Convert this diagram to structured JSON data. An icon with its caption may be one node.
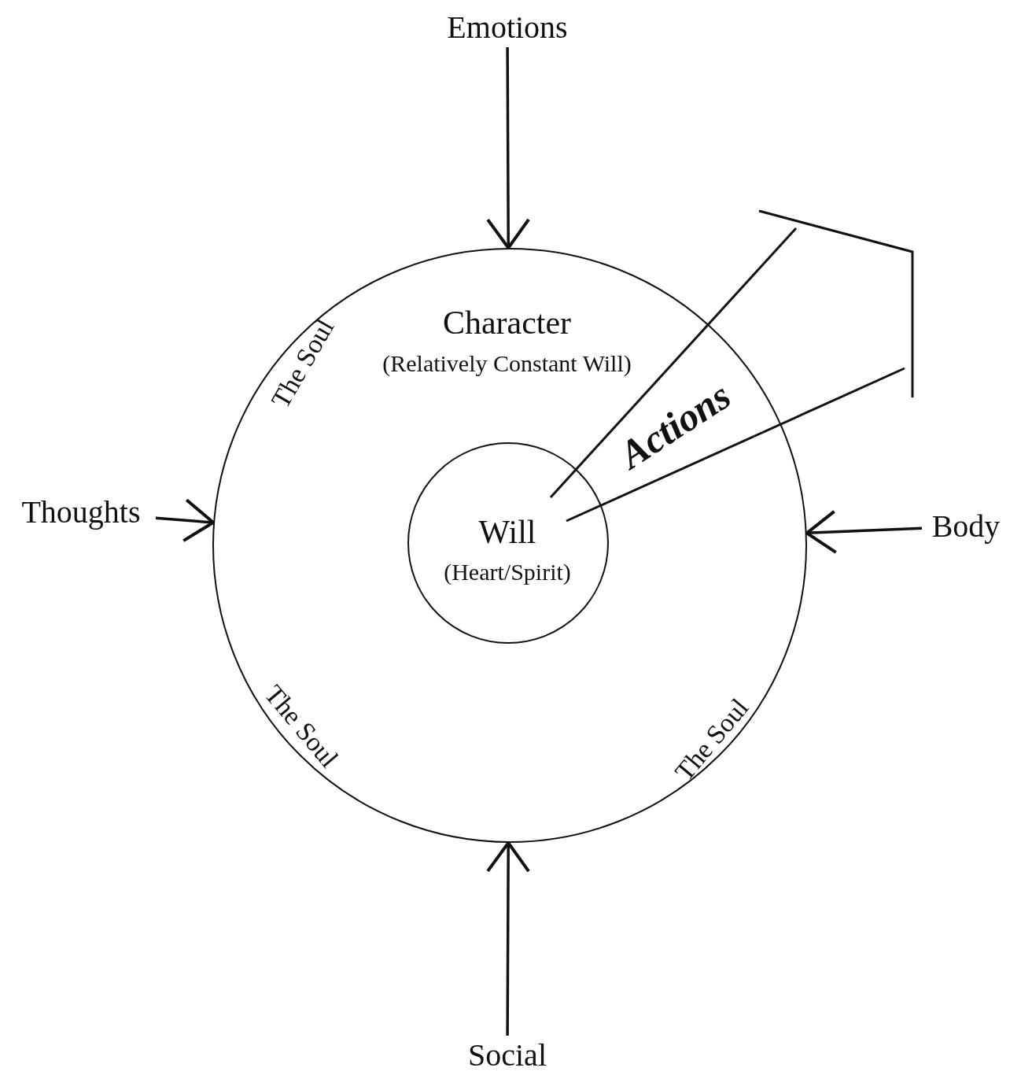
{
  "diagram": {
    "nodes": [
      {
        "text": [
          "The Soul",
          "Character",
          "(Relatively Constant Will)",
          "The Soul",
          "The Soul"
        ]
      },
      {
        "text": [
          "Will",
          "(Heart/Spirit)"
        ],
        "in": 0
      },
      {
        "text": [
          "Emotions"
        ]
      },
      {
        "text": [
          "Thoughts"
        ]
      },
      {
        "text": [
          "Body"
        ]
      },
      {
        "text": [
          "Social"
        ]
      }
    ],
    "edges": [
      {
        "from": 2,
        "to": 0,
        "arrow": "to"
      },
      {
        "from": 3,
        "to": 0,
        "arrow": "to"
      },
      {
        "from": 4,
        "to": 0,
        "arrow": "to"
      },
      {
        "from": 5,
        "to": 0,
        "arrow": "to"
      }
    ],
    "labels": [
      "Actions"
    ]
  }
}
